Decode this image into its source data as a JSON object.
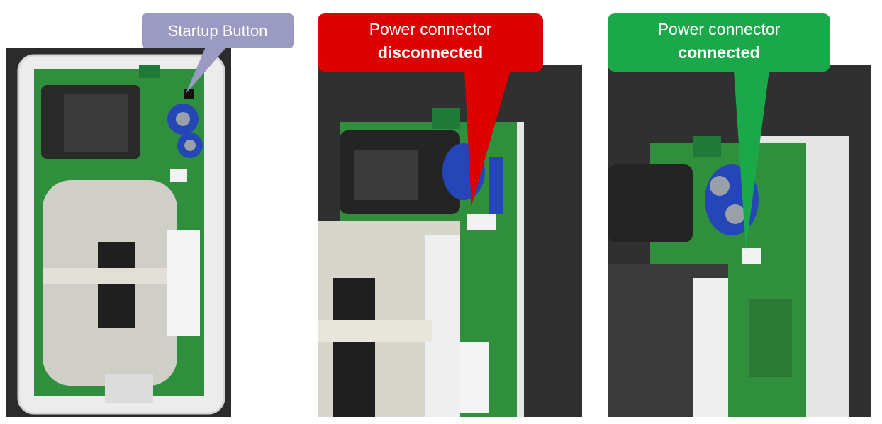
{
  "callouts": {
    "startup": {
      "label": "Startup Button",
      "color": "#9a9ac2"
    },
    "disconnected": {
      "line1": "Power connector",
      "line2": "disconnected",
      "color": "#dc0000"
    },
    "connected": {
      "line1": "Power connector",
      "line2": "connected",
      "color": "#1ba84b"
    }
  },
  "photos": [
    {
      "subject": "device-open-overview"
    },
    {
      "subject": "connector-unplugged"
    },
    {
      "subject": "connector-plugged"
    }
  ]
}
